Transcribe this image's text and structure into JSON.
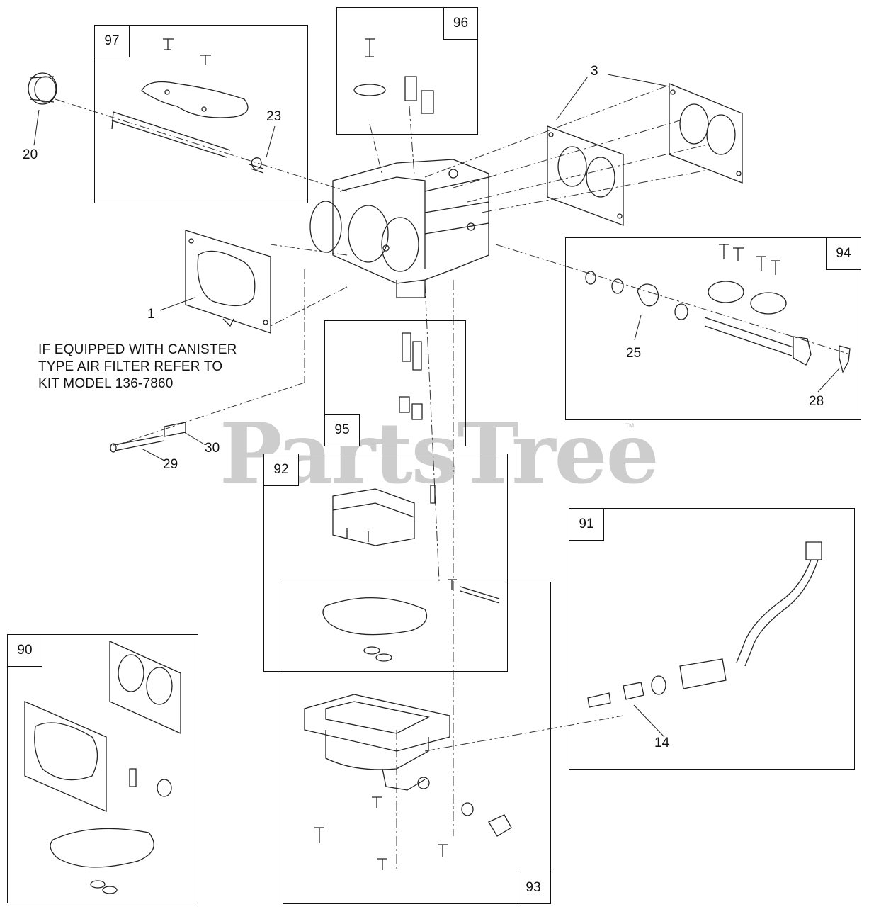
{
  "watermark": {
    "text": "PartsTree",
    "tm": "™"
  },
  "note": {
    "lines": [
      "IF EQUIPPED WITH CANISTER",
      "TYPE AIR FILTER REFER TO",
      "KIT MODEL 136-7860"
    ]
  },
  "kits": {
    "k97": "97",
    "k96": "96",
    "k94": "94",
    "k95": "95",
    "k92": "92",
    "k91": "91",
    "k90": "90",
    "k93": "93"
  },
  "callouts": {
    "c3": "3",
    "c20": "20",
    "c23": "23",
    "c1": "1",
    "c25": "25",
    "c28": "28",
    "c30": "30",
    "c29": "29",
    "c14": "14"
  }
}
